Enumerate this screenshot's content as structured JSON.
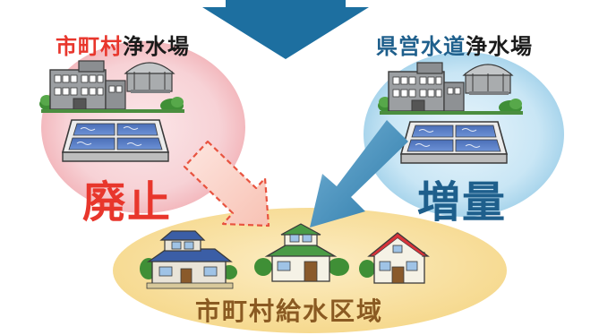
{
  "left_plant": {
    "title_accent": "市町村",
    "title_rest": "浄水場",
    "status": "廃止"
  },
  "right_plant": {
    "title_accent": "県営水道",
    "title_rest": "浄水場",
    "status": "増量"
  },
  "supply_area": {
    "label": "市町村給水区域"
  },
  "colors": {
    "red_accent": "#e8362c",
    "blue_accent": "#1e5f8c",
    "top_arrow": "#1d6fa0",
    "pink_bubble": "#f4c4c8",
    "blue_bubble": "#b7dcef",
    "area_ellipse": "#f8df9c",
    "area_label": "#8a5a22"
  }
}
